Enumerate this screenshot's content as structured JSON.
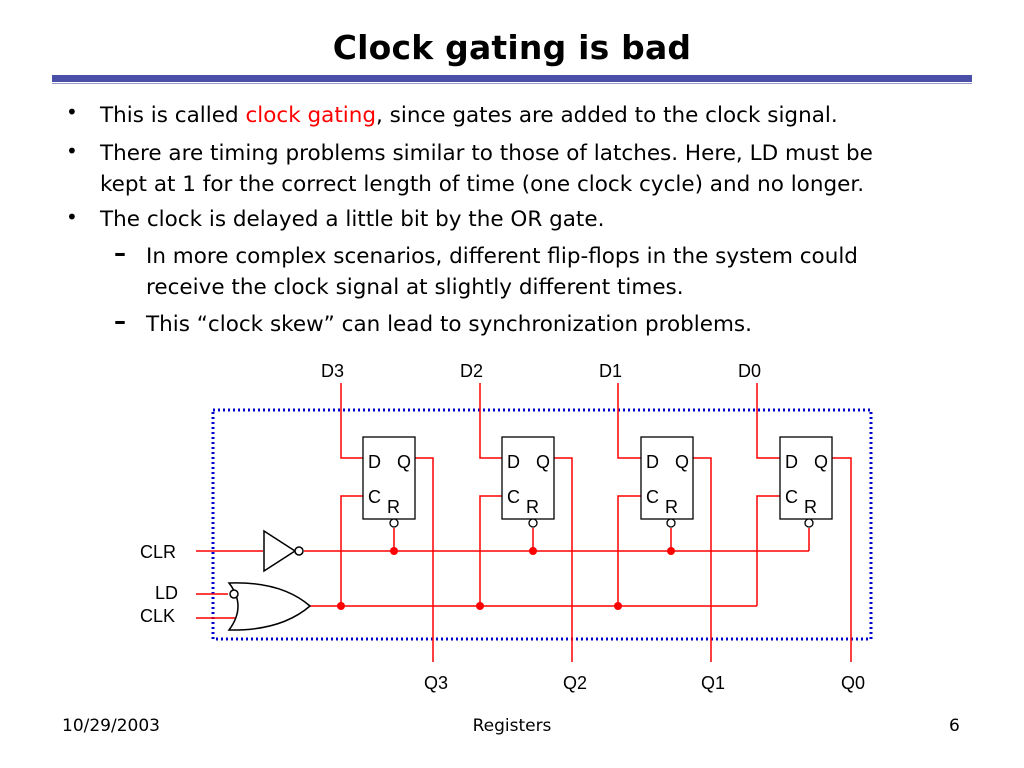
{
  "slide": {
    "title": "Clock gating is bad",
    "bullets": [
      {
        "pre": "This is called ",
        "highlight": "clock gating",
        "post": ", since gates are added to the clock signal."
      },
      {
        "line1": "There are timing problems similar to those of latches. Here, LD must be",
        "line2": "kept at 1 for the correct length of time (one clock cycle) and no longer."
      },
      {
        "text": "The clock is delayed a little bit by the OR gate."
      }
    ],
    "subbullets": [
      {
        "line1": "In more complex scenarios, different flip-flops in the system could",
        "line2": "receive the clock signal at slightly different times."
      },
      {
        "text": "This “clock skew” can lead to synchronization problems."
      }
    ],
    "highlight_color": "#ff0000"
  },
  "diagram": {
    "inputs": [
      "D3",
      "D2",
      "D1",
      "D0"
    ],
    "outputs": [
      "Q3",
      "Q2",
      "Q1",
      "Q0"
    ],
    "flipflop_pins": {
      "d": "D",
      "q": "Q",
      "c": "C",
      "r": "R"
    },
    "controls": {
      "clr": "CLR",
      "ld": "LD",
      "clk": "CLK"
    },
    "wire_color": "#ff0000",
    "border_color": "#0000cc"
  },
  "footer": {
    "date": "10/29/2003",
    "center": "Registers",
    "page": "6"
  }
}
